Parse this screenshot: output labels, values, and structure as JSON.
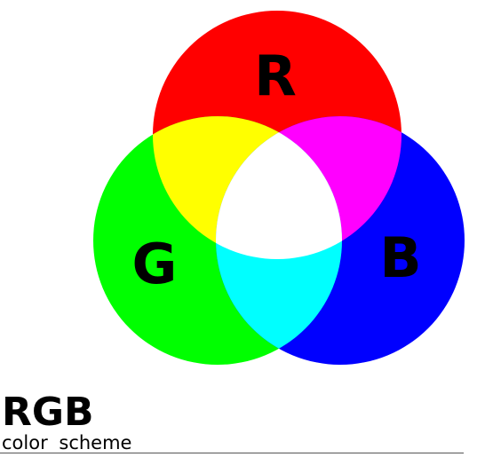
{
  "diagram": {
    "labels": {
      "red": "R",
      "green": "G",
      "blue": "B"
    },
    "colors": {
      "red": "#ff0000",
      "green": "#00ff00",
      "blue": "#0000ff",
      "yellow": "#ffff00",
      "magenta": "#ff00ff",
      "cyan": "#00ffff",
      "white": "#ffffff"
    }
  },
  "title": "RGB",
  "subtitle": "color scheme"
}
